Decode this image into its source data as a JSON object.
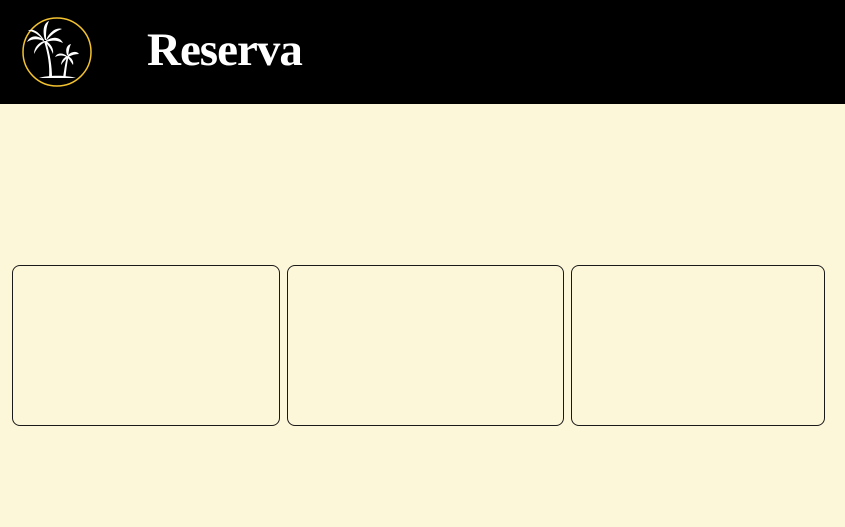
{
  "header": {
    "brand_title": "Reserva",
    "logo_icon": "palm-tree-sun-icon",
    "background_color": "#000000",
    "accent_color": "#f2c230"
  },
  "main": {
    "background_color": "#fdf7da",
    "cards": [
      {
        "id": "card-1"
      },
      {
        "id": "card-2"
      },
      {
        "id": "card-3"
      }
    ]
  }
}
